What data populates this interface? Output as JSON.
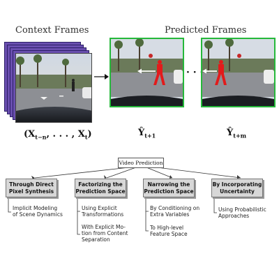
{
  "headers": {
    "context": "Context Frames",
    "predicted": "Predicted Frames"
  },
  "labels": {
    "context_seq": "(X",
    "context_seq_sub_a": "t−n",
    "context_seq_mid": ", . . . , X",
    "context_seq_sub_b": "t",
    "context_seq_end": ")",
    "pred_1": "Ŷ",
    "pred_1_sub": "t+1",
    "pred_m": "Ŷ",
    "pred_m_sub": "t+m",
    "ellipsis": "· · ·"
  },
  "tree": {
    "root": "Video Prediction",
    "categories": [
      {
        "title": "Through Direct Pixel Synthesis",
        "items": [
          "Implicit Modeling\nof Scene Dynamics"
        ]
      },
      {
        "title": "Factorizing the Prediction Space",
        "items": [
          "Using Explicit\nTransformations",
          "With Explicit Mo-\ntion from Content\nSeparation"
        ]
      },
      {
        "title": "Narrowing the Prediction Space",
        "items": [
          "By Conditioning on\nExtra Variables",
          "To High-level\nFeature Space"
        ]
      },
      {
        "title": "By Incorporating Uncertainty",
        "items": [
          "Using Probabilistic\nApproaches"
        ]
      }
    ]
  },
  "colors": {
    "frame_border_green": "#25b83a",
    "pedestrian_red": "#e21b1b",
    "stack_purple": "#6a4fb0",
    "category_fill": "#d7d7d7"
  }
}
